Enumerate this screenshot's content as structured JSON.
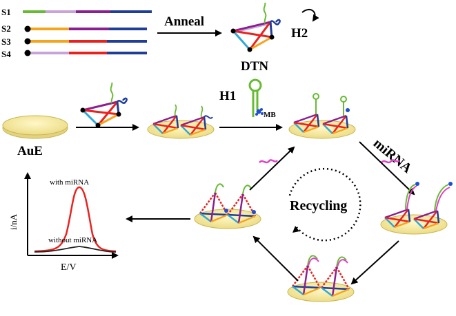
{
  "strands": [
    {
      "label": "S1"
    },
    {
      "label": "S2"
    },
    {
      "label": "S3"
    },
    {
      "label": "S4"
    }
  ],
  "labels": {
    "anneal": "Anneal",
    "h2": "H2",
    "dtn": "DTN",
    "h1": "H1",
    "mb": "MB",
    "aue": "AuE",
    "mirna": "miRNA",
    "recycling": "Recycling",
    "with_mirna": "with miRNA",
    "without_mirna": "without miRNA",
    "y_axis": "i/nA",
    "x_axis": "E/V"
  },
  "colors": {
    "green": "#66bb33",
    "lilac": "#c8a2d8",
    "purple": "#8a1f8f",
    "navy": "#1f3d99",
    "orange": "#f7a41d",
    "red": "#e8231f",
    "cyan": "#30a8d8",
    "electrode": "#f4e9a1",
    "electrode_edge": "#c9b64e",
    "magenta": "#e040c8",
    "mb_blue": "#1e4fcf"
  }
}
